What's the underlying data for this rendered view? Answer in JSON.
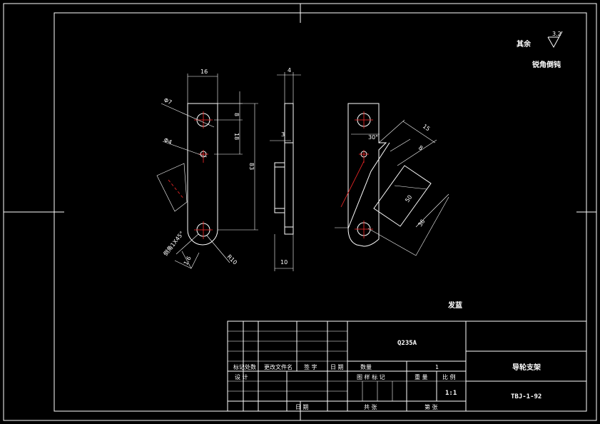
{
  "notes": {
    "roughness_label": "其余",
    "roughness_value": "3.2",
    "edge_note": "锐角倒钝",
    "finish_note": "发蓝"
  },
  "dimensions": {
    "front_width": "16",
    "hole_top": "Φ7",
    "hole_mid": "Φ4",
    "d_8": "8",
    "d_18": "18",
    "d_83": "83",
    "r_10": "R10",
    "chamfer": "倒角1X45°",
    "rough_1_6": "1.6",
    "side_width": "4",
    "side_3": "3",
    "side_10": "10",
    "angle_30": "30°",
    "rot_15": "15",
    "rot_8": "8",
    "rot_50": "50",
    "rot_36": "36"
  },
  "title_block": {
    "material": "Q235A",
    "part_name": "导轮支架",
    "drawing_no": "TBJ-1-92",
    "scale": "1:1",
    "quantity_label": "数量",
    "quantity": "1",
    "rev_mark": "标记",
    "rev_count": "处数",
    "rev_doc": "更改文件名",
    "rev_sign": "签 字",
    "rev_date": "日 期",
    "design": "设 计",
    "date": "日 期",
    "stage_mark": "图 样 标 记",
    "weight": "重 量",
    "ratio": "比 例",
    "sheet_total": "共     张",
    "sheet_no": "第     张"
  }
}
